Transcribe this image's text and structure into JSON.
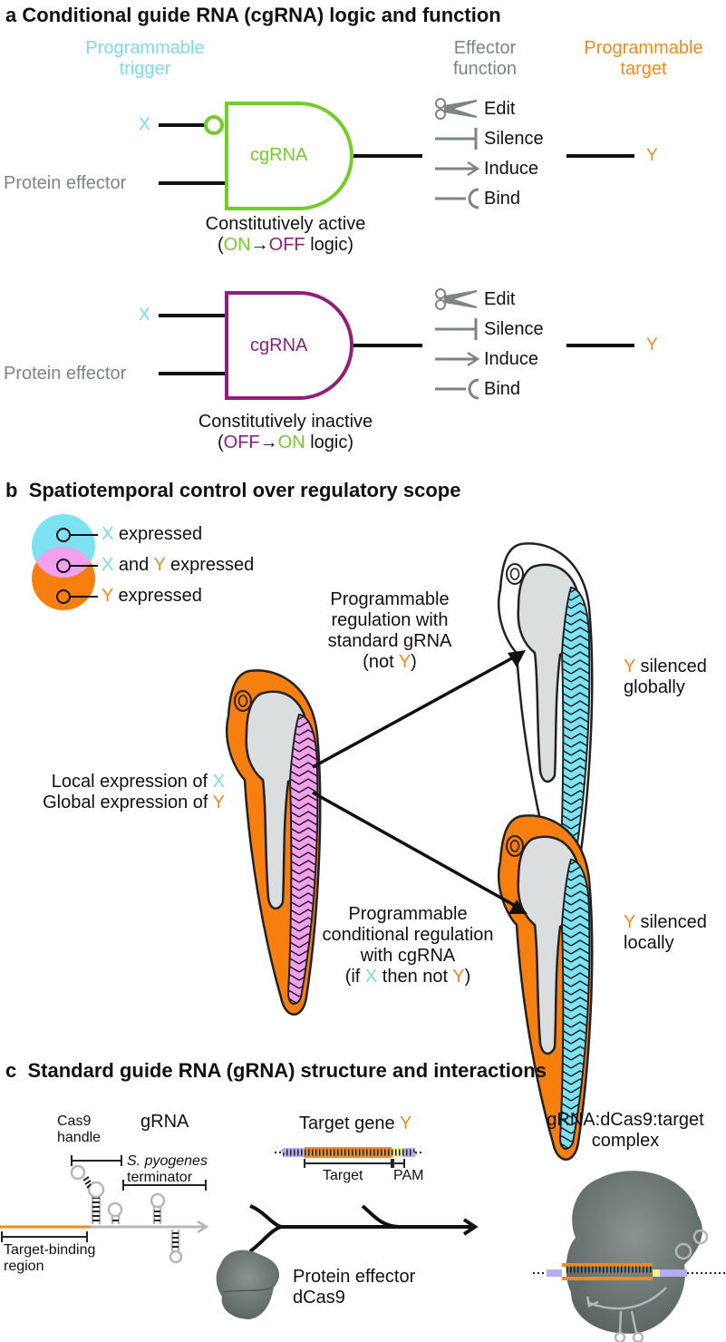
{
  "colors": {
    "trigger": "#7dd9ea",
    "target": "#ee8a1e",
    "effector": "#7c8585",
    "on_green": "#72cd2a",
    "off_purple": "#8e1f7b",
    "pink": "#f3a0ee",
    "protein_gray": "#6a7371"
  },
  "panel_a": {
    "letter": "a",
    "title": "Conditional guide RNA (cgRNA) logic and function",
    "header_trigger_line1": "Programmable",
    "header_trigger_line2": "trigger",
    "header_effector_line1": "Effector",
    "header_effector_line2": "function",
    "header_target_line1": "Programmable",
    "header_target_line2": "target",
    "gates": [
      {
        "input_x": "X",
        "input_protein": "Protein effector",
        "gate_label": "cgRNA",
        "caption_line1": "Constitutively active",
        "caption_open": "(",
        "caption_from": "ON",
        "caption_arrow": "→",
        "caption_to": "OFF",
        "caption_tail": " logic)",
        "output": "Y",
        "functions": [
          "Edit",
          "Silence",
          "Induce",
          "Bind"
        ]
      },
      {
        "input_x": "X",
        "input_protein": "Protein effector",
        "gate_label": "cgRNA",
        "caption_line1": "Constitutively inactive",
        "caption_open": "(",
        "caption_from": "OFF",
        "caption_arrow": "→",
        "caption_to": "ON",
        "caption_tail": " logic)",
        "output": "Y",
        "functions": [
          "Edit",
          "Silence",
          "Induce",
          "Bind"
        ]
      }
    ],
    "function_icons": [
      "scissors-icon",
      "inhibit-bar-icon",
      "arrow-icon",
      "bind-cup-icon"
    ]
  },
  "panel_b": {
    "letter": "b",
    "title": "Spatiotemporal control over regulatory scope",
    "legend": [
      {
        "prefix": "X",
        "text": " expressed"
      },
      {
        "prefix": "X",
        "middle": " and ",
        "prefix2": "Y",
        "text": " expressed"
      },
      {
        "prefix": "Y",
        "text": " expressed"
      }
    ],
    "left_label_line1_text": "Local expression of ",
    "left_label_line1_var": "X",
    "left_label_line2_text": "Global expression of ",
    "left_label_line2_var": "Y",
    "upper_path": {
      "line1": "Programmable",
      "line2": "regulation with",
      "line3": "standard gRNA",
      "line4_open": "(not ",
      "line4_var": "Y",
      "line4_close": ")"
    },
    "upper_result": {
      "var": "Y",
      "line1_rest": " silenced",
      "line2": "globally"
    },
    "lower_path": {
      "line1": "Programmable",
      "line2": "conditional regulation",
      "line3": "with cgRNA",
      "line4_open": "(if ",
      "line4_var1": "X",
      "line4_mid": " then not ",
      "line4_var2": "Y",
      "line4_close": ")"
    },
    "lower_result": {
      "var": "Y",
      "line1_rest": " silenced",
      "line2": "locally"
    }
  },
  "panel_c": {
    "letter": "c",
    "title": "Standard guide RNA (gRNA) structure and interactions",
    "grna_title": "gRNA",
    "cas9_handle_line1": "Cas9",
    "cas9_handle_line2": "handle",
    "terminator_line1": "S. pyogenes",
    "terminator_line2": "terminator",
    "target_binding_line1": "Target-binding",
    "target_binding_line2": "region",
    "target_gene_text": "Target gene ",
    "target_gene_var": "Y",
    "target_label": "Target",
    "pam_label": "PAM",
    "protein_line1": "Protein effector",
    "protein_line2": "dCas9",
    "complex_line1": "gRNA:dCas9:target",
    "complex_line2": "complex"
  }
}
